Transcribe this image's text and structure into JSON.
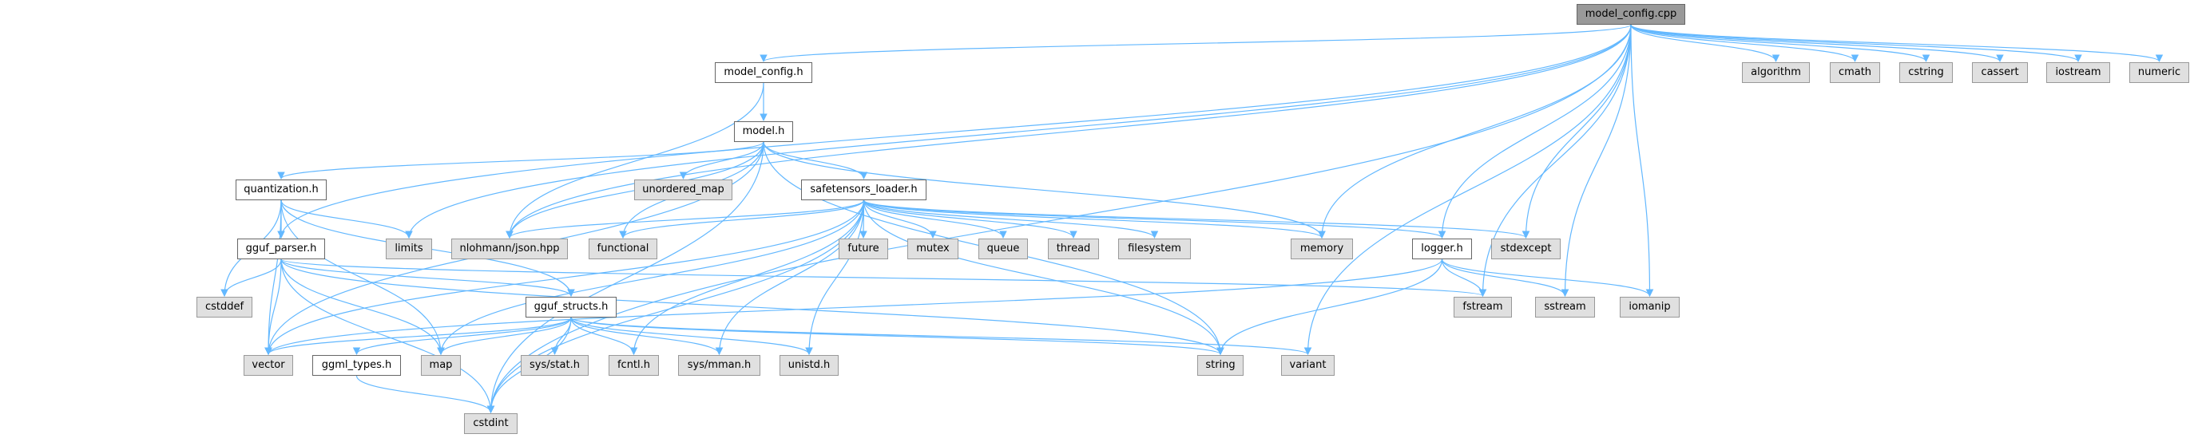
{
  "graph": {
    "colors": {
      "edge": "#63b8ff",
      "root_fill": "#999999",
      "doc_fill": "#ffffff",
      "system_fill": "#e0e0e0"
    },
    "nodes": [
      {
        "id": "model_config_cpp",
        "label": "model_config.cpp",
        "kind": "root"
      },
      {
        "id": "model_config_h",
        "label": "model_config.h",
        "kind": "doc"
      },
      {
        "id": "model_h",
        "label": "model.h",
        "kind": "doc"
      },
      {
        "id": "quantization_h",
        "label": "quantization.h",
        "kind": "doc"
      },
      {
        "id": "safetensors_loader_h",
        "label": "safetensors_loader.h",
        "kind": "doc"
      },
      {
        "id": "gguf_parser_h",
        "label": "gguf_parser.h",
        "kind": "doc"
      },
      {
        "id": "gguf_structs_h",
        "label": "gguf_structs.h",
        "kind": "doc"
      },
      {
        "id": "ggml_types_h",
        "label": "ggml_types.h",
        "kind": "doc"
      },
      {
        "id": "logger_h",
        "label": "logger.h",
        "kind": "doc"
      },
      {
        "id": "algorithm",
        "label": "algorithm",
        "kind": "sys"
      },
      {
        "id": "cmath",
        "label": "cmath",
        "kind": "sys"
      },
      {
        "id": "cstring",
        "label": "cstring",
        "kind": "sys"
      },
      {
        "id": "cassert",
        "label": "cassert",
        "kind": "sys"
      },
      {
        "id": "iostream",
        "label": "iostream",
        "kind": "sys"
      },
      {
        "id": "numeric",
        "label": "numeric",
        "kind": "sys"
      },
      {
        "id": "unordered_map",
        "label": "unordered_map",
        "kind": "sys"
      },
      {
        "id": "limits",
        "label": "limits",
        "kind": "sys"
      },
      {
        "id": "json",
        "label": "nlohmann/json.hpp",
        "kind": "sys"
      },
      {
        "id": "functional",
        "label": "functional",
        "kind": "sys"
      },
      {
        "id": "future",
        "label": "future",
        "kind": "sys"
      },
      {
        "id": "mutex",
        "label": "mutex",
        "kind": "sys"
      },
      {
        "id": "queue",
        "label": "queue",
        "kind": "sys"
      },
      {
        "id": "thread",
        "label": "thread",
        "kind": "sys"
      },
      {
        "id": "filesystem",
        "label": "filesystem",
        "kind": "sys"
      },
      {
        "id": "memory",
        "label": "memory",
        "kind": "sys"
      },
      {
        "id": "stdexcept",
        "label": "stdexcept",
        "kind": "sys"
      },
      {
        "id": "cstddef",
        "label": "cstddef",
        "kind": "sys"
      },
      {
        "id": "fstream",
        "label": "fstream",
        "kind": "sys"
      },
      {
        "id": "sstream",
        "label": "sstream",
        "kind": "sys"
      },
      {
        "id": "iomanip",
        "label": "iomanip",
        "kind": "sys"
      },
      {
        "id": "vector",
        "label": "vector",
        "kind": "sys"
      },
      {
        "id": "map",
        "label": "map",
        "kind": "sys"
      },
      {
        "id": "sys_stat",
        "label": "sys/stat.h",
        "kind": "sys"
      },
      {
        "id": "fcntl",
        "label": "fcntl.h",
        "kind": "sys"
      },
      {
        "id": "sys_mman",
        "label": "sys/mman.h",
        "kind": "sys"
      },
      {
        "id": "unistd",
        "label": "unistd.h",
        "kind": "sys"
      },
      {
        "id": "string",
        "label": "string",
        "kind": "sys"
      },
      {
        "id": "variant",
        "label": "variant",
        "kind": "sys"
      },
      {
        "id": "cstdint",
        "label": "cstdint",
        "kind": "sys"
      }
    ],
    "edges": [
      [
        "model_config_cpp",
        "model_config_h"
      ],
      [
        "model_config_cpp",
        "gguf_parser_h"
      ],
      [
        "model_config_cpp",
        "limits"
      ],
      [
        "model_config_cpp",
        "json"
      ],
      [
        "model_config_cpp",
        "memory"
      ],
      [
        "model_config_cpp",
        "logger_h"
      ],
      [
        "model_config_cpp",
        "stdexcept"
      ],
      [
        "model_config_cpp",
        "fstream"
      ],
      [
        "model_config_cpp",
        "sstream"
      ],
      [
        "model_config_cpp",
        "iomanip"
      ],
      [
        "model_config_cpp",
        "variant"
      ],
      [
        "model_config_cpp",
        "cstdint"
      ],
      [
        "model_config_cpp",
        "algorithm"
      ],
      [
        "model_config_cpp",
        "cmath"
      ],
      [
        "model_config_cpp",
        "cstring"
      ],
      [
        "model_config_cpp",
        "cassert"
      ],
      [
        "model_config_cpp",
        "iostream"
      ],
      [
        "model_config_cpp",
        "numeric"
      ],
      [
        "model_config_h",
        "model_h"
      ],
      [
        "model_config_h",
        "json"
      ],
      [
        "model_h",
        "quantization_h"
      ],
      [
        "model_h",
        "unordered_map"
      ],
      [
        "model_h",
        "safetensors_loader_h"
      ],
      [
        "model_h",
        "json"
      ],
      [
        "model_h",
        "functional"
      ],
      [
        "model_h",
        "memory"
      ],
      [
        "model_h",
        "string"
      ],
      [
        "model_h",
        "vector"
      ],
      [
        "model_h",
        "cstdint"
      ],
      [
        "quantization_h",
        "gguf_parser_h"
      ],
      [
        "quantization_h",
        "limits"
      ],
      [
        "quantization_h",
        "cstddef"
      ],
      [
        "quantization_h",
        "vector"
      ],
      [
        "quantization_h",
        "map"
      ],
      [
        "quantization_h",
        "gguf_structs_h"
      ],
      [
        "gguf_parser_h",
        "cstddef"
      ],
      [
        "gguf_parser_h",
        "vector"
      ],
      [
        "gguf_parser_h",
        "map"
      ],
      [
        "gguf_parser_h",
        "gguf_structs_h"
      ],
      [
        "gguf_parser_h",
        "fstream"
      ],
      [
        "gguf_parser_h",
        "string"
      ],
      [
        "gguf_parser_h",
        "cstdint"
      ],
      [
        "safetensors_loader_h",
        "future"
      ],
      [
        "safetensors_loader_h",
        "mutex"
      ],
      [
        "safetensors_loader_h",
        "queue"
      ],
      [
        "safetensors_loader_h",
        "thread"
      ],
      [
        "safetensors_loader_h",
        "filesystem"
      ],
      [
        "safetensors_loader_h",
        "memory"
      ],
      [
        "safetensors_loader_h",
        "logger_h"
      ],
      [
        "safetensors_loader_h",
        "stdexcept"
      ],
      [
        "safetensors_loader_h",
        "string"
      ],
      [
        "safetensors_loader_h",
        "json"
      ],
      [
        "safetensors_loader_h",
        "functional"
      ],
      [
        "safetensors_loader_h",
        "vector"
      ],
      [
        "safetensors_loader_h",
        "map"
      ],
      [
        "safetensors_loader_h",
        "fcntl"
      ],
      [
        "safetensors_loader_h",
        "sys_mman"
      ],
      [
        "safetensors_loader_h",
        "unistd"
      ],
      [
        "safetensors_loader_h",
        "cstdint"
      ],
      [
        "gguf_structs_h",
        "vector"
      ],
      [
        "gguf_structs_h",
        "ggml_types_h"
      ],
      [
        "gguf_structs_h",
        "map"
      ],
      [
        "gguf_structs_h",
        "sys_stat"
      ],
      [
        "gguf_structs_h",
        "fcntl"
      ],
      [
        "gguf_structs_h",
        "sys_mman"
      ],
      [
        "gguf_structs_h",
        "unistd"
      ],
      [
        "gguf_structs_h",
        "cstdint"
      ],
      [
        "gguf_structs_h",
        "string"
      ],
      [
        "gguf_structs_h",
        "variant"
      ],
      [
        "ggml_types_h",
        "cstdint"
      ],
      [
        "logger_h",
        "fstream"
      ],
      [
        "logger_h",
        "sstream"
      ],
      [
        "logger_h",
        "iomanip"
      ],
      [
        "logger_h",
        "string"
      ],
      [
        "logger_h",
        "vector"
      ]
    ]
  }
}
